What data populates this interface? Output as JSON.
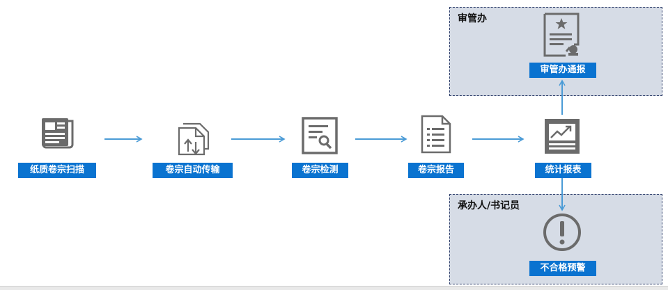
{
  "zones": {
    "top": {
      "title": "审管办"
    },
    "bottom": {
      "title": "承办人/书记员"
    }
  },
  "nodes": {
    "scan": {
      "label": "纸质卷宗扫描",
      "icon": "newspaper-icon"
    },
    "transfer": {
      "label": "卷宗自动传输",
      "icon": "file-transfer-icon"
    },
    "check": {
      "label": "卷宗检测",
      "icon": "document-search-icon"
    },
    "report": {
      "label": "卷宗报告",
      "icon": "report-list-icon"
    },
    "stats": {
      "label": "统计报表",
      "icon": "chart-report-icon"
    },
    "notify": {
      "label": "审管办通报",
      "icon": "certificate-icon"
    },
    "warning": {
      "label": "不合格预警",
      "icon": "exclamation-icon"
    }
  },
  "colors": {
    "label_bg": "#0a73d0",
    "arrow": "#4a9bd6",
    "icon": "#6b6b6b",
    "zone_bg": "#d6dce6"
  }
}
